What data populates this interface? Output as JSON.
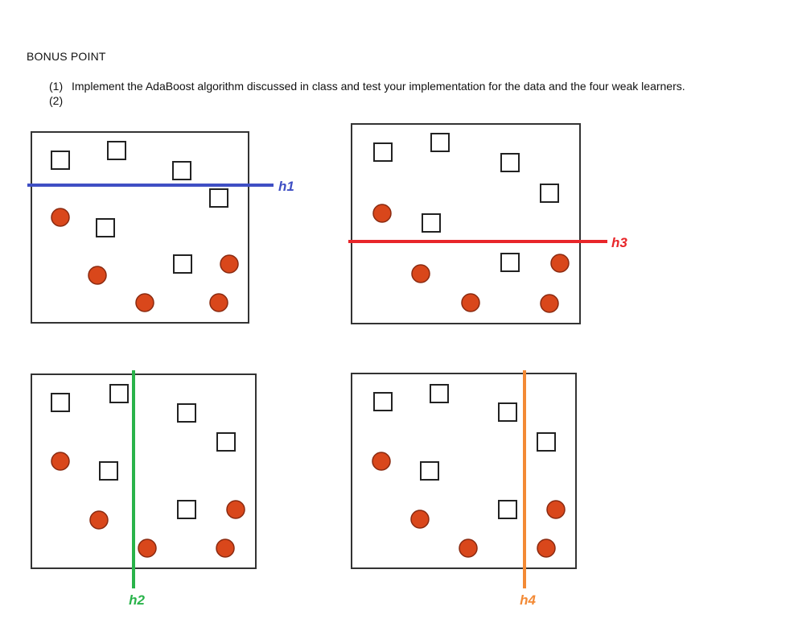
{
  "heading": "BONUS POINT",
  "items": [
    {
      "num": "(1)",
      "text": "Implement the AdaBoost algorithm discussed in class and test your implementation for the data and the four weak learners."
    },
    {
      "num": "(2)",
      "text": ""
    }
  ],
  "colors": {
    "square_stroke": "#222222",
    "circle_fill": "#d9471b",
    "circle_stroke": "#8a2a10",
    "h1": "#3f4fc4",
    "h2": "#29b34a",
    "h3": "#e8262a",
    "h4": "#f38a35"
  },
  "learners": [
    {
      "label": "h1",
      "orientation": "horizontal"
    },
    {
      "label": "h3",
      "orientation": "horizontal"
    },
    {
      "label": "h2",
      "orientation": "vertical"
    },
    {
      "label": "h4",
      "orientation": "vertical"
    }
  ]
}
